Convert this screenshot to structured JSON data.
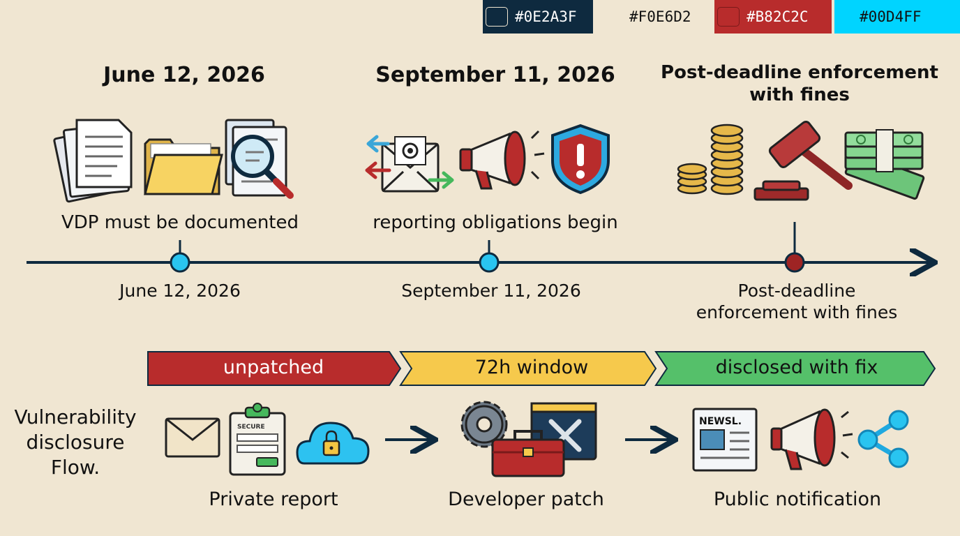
{
  "palette": [
    {
      "label": "#0E2A3F",
      "color": "#0E2A3F"
    },
    {
      "label": "#F0E6D2",
      "color": "#F0E6D2"
    },
    {
      "label": "#B82C2C",
      "color": "#B82C2C"
    },
    {
      "label": "#00D4FF",
      "color": "#00D4FF"
    }
  ],
  "milestones": [
    {
      "heading": "June 12, 2026",
      "caption": "VDP must be documented",
      "axis_label": "June 12, 2026",
      "marker_color": "#29C4F0"
    },
    {
      "heading": "September 11, 2026",
      "caption": "reporting obligations begin",
      "axis_label": "September 11, 2026",
      "marker_color": "#29C4F0"
    },
    {
      "heading_lines": [
        "Post-deadline enforcement",
        "with fines"
      ],
      "axis_label_lines": [
        "Post-deadline",
        "enforcement with fines"
      ],
      "marker_color": "#9E2424"
    }
  ],
  "phases": [
    {
      "label": "unpatched",
      "color": "#B82C2C",
      "text_color": "#FFFFFF"
    },
    {
      "label": "72h window",
      "color": "#F6C94C",
      "text_color": "#111111"
    },
    {
      "label": "disclosed with fix",
      "color": "#55C06A",
      "text_color": "#111111"
    }
  ],
  "flow": {
    "title_lines": [
      "Vulnerability",
      "disclosure",
      "Flow."
    ],
    "steps": [
      {
        "label": "Private report"
      },
      {
        "label": "Developer patch"
      },
      {
        "label": "Public notification"
      }
    ],
    "icon_text": {
      "secure": "SECURE",
      "news": "NEWSL."
    }
  }
}
